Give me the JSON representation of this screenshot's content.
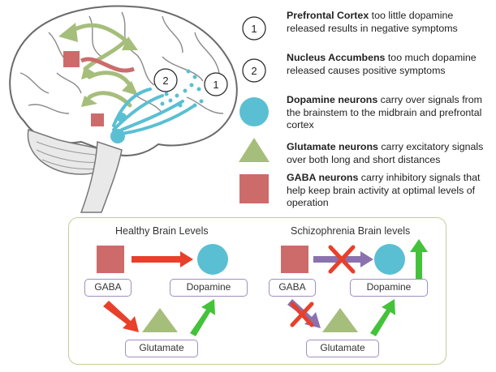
{
  "legend": [
    {
      "symbol": "1",
      "term": "Prefrontal Cortex",
      "desc": " too little dopamine released results in negative symptoms"
    },
    {
      "symbol": "2",
      "term": "Nucleus Accumbens",
      "desc": " too much dopamine released causes positive symptoms"
    },
    {
      "symbol": "circle-icon",
      "term": "Dopamine neurons",
      "desc": " carry over signals from the brainstem to the midbrain and prefrontal cortex"
    },
    {
      "symbol": "triangle-icon",
      "term": "Glutamate neurons",
      "desc": " carry excitatory signals over both long and short distances"
    },
    {
      "symbol": "square-icon",
      "term": "GABA neurons",
      "desc": " carry inhibitory signals that help keep brain activity at optimal levels of operation"
    }
  ],
  "brain": {
    "marker_2": "2",
    "marker_1": "1"
  },
  "panels": {
    "healthy": {
      "title": "Healthy Brain Levels",
      "gaba": "GABA",
      "dopamine": "Dopamine",
      "glutamate": "Glutamate"
    },
    "schizophrenia": {
      "title": "Schizophrenia Brain levels",
      "gaba": "GABA",
      "dopamine": "Dopamine",
      "glutamate": "Glutamate"
    }
  },
  "colors": {
    "dopamine": "#5bbfd3",
    "glutamate": "#a6be7b",
    "gaba": "#cd6b6b",
    "red_arrow": "#e8402b",
    "green_arrow": "#44c23a",
    "purple_arrow": "#8a72ae",
    "panel_border": "#c6cc95",
    "brain_outline": "#6a6a6a"
  }
}
